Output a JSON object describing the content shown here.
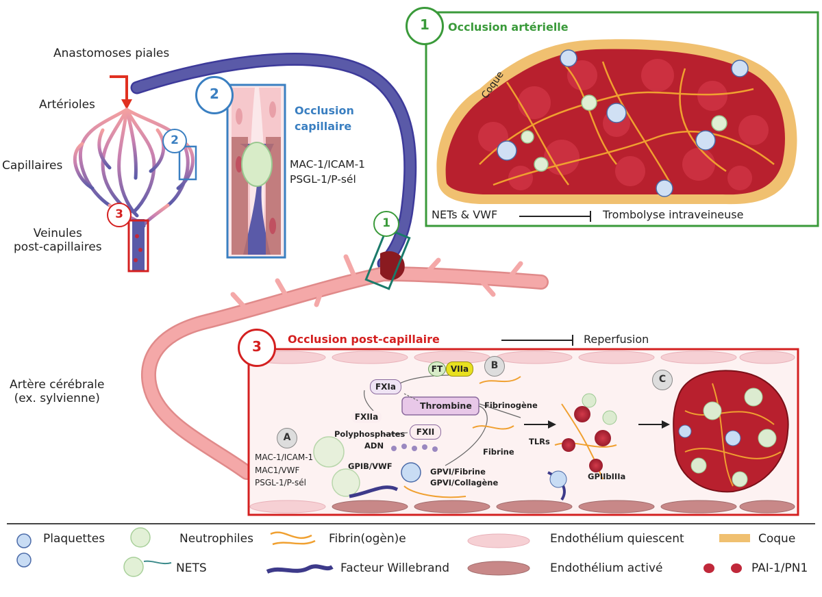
{
  "labels": {
    "anastomoses": "Anastomoses piales",
    "arterioles": "Artérioles",
    "capillaires": "Capillaires",
    "veinules": "Veinules\npost-capillaires",
    "artere": "Artère cérébrale\n(ex. sylvienne)"
  },
  "panel1": {
    "number": "1",
    "title": "Occlusion artérielle",
    "coque": "Coque",
    "nets_vwf": "NETs & VWF",
    "thrombolyse": "Trombolyse intraveineuse"
  },
  "panel2": {
    "number": "2",
    "title": "Occlusion\ncapillaire",
    "mechanisms": "MAC-1/ICAM-1\nPSGL-1/P-sél"
  },
  "panel3": {
    "number": "3",
    "title": "Occlusion post-capillaire",
    "reperfusion": "Reperfusion",
    "sub_a": "A",
    "sub_b": "B",
    "sub_c": "C",
    "ft": "FT",
    "viia": "VIIa",
    "fxia": "FXIa",
    "thrombine": "Thrombine",
    "fibrinogene": "Fibrinogène",
    "fxiia": "FXIIa",
    "fxii": "FXII",
    "polyphosphates": "Polyphosphates",
    "adn": "ADN",
    "fibrine": "Fibrine",
    "tlrs": "TLRs",
    "gpiibiiia": "GPIIbIIIa",
    "gpib_vwf": "GPIB/VWF",
    "gpvi_fibrine": "GPVI/Fibrine",
    "gpvi_collagene": "GPVI/Collagène",
    "left_mechanisms": "MAC-1/ICAM-1\nMAC1/VWF\nPSGL-1/P-sél"
  },
  "legend": {
    "plaquettes": "Plaquettes",
    "neutrophiles": "Neutrophiles",
    "nets": "NETS",
    "fibrinogene": "Fibrin(ogèn)e",
    "willebrand": "Facteur Willebrand",
    "endo_quiescent": "Endothélium quiescent",
    "endo_active": "Endothélium activé",
    "coque": "Coque",
    "pai": "PAI-1/PN1"
  },
  "colors": {
    "green": "#3a9a3a",
    "blue": "#3a7fc1",
    "red": "#d42020",
    "artery": "#f4a0a0",
    "vein": "#5a5aa8",
    "clot": "#c0283a",
    "coque": "#f0c070",
    "thrombine_bg": "#e8c8e8"
  }
}
